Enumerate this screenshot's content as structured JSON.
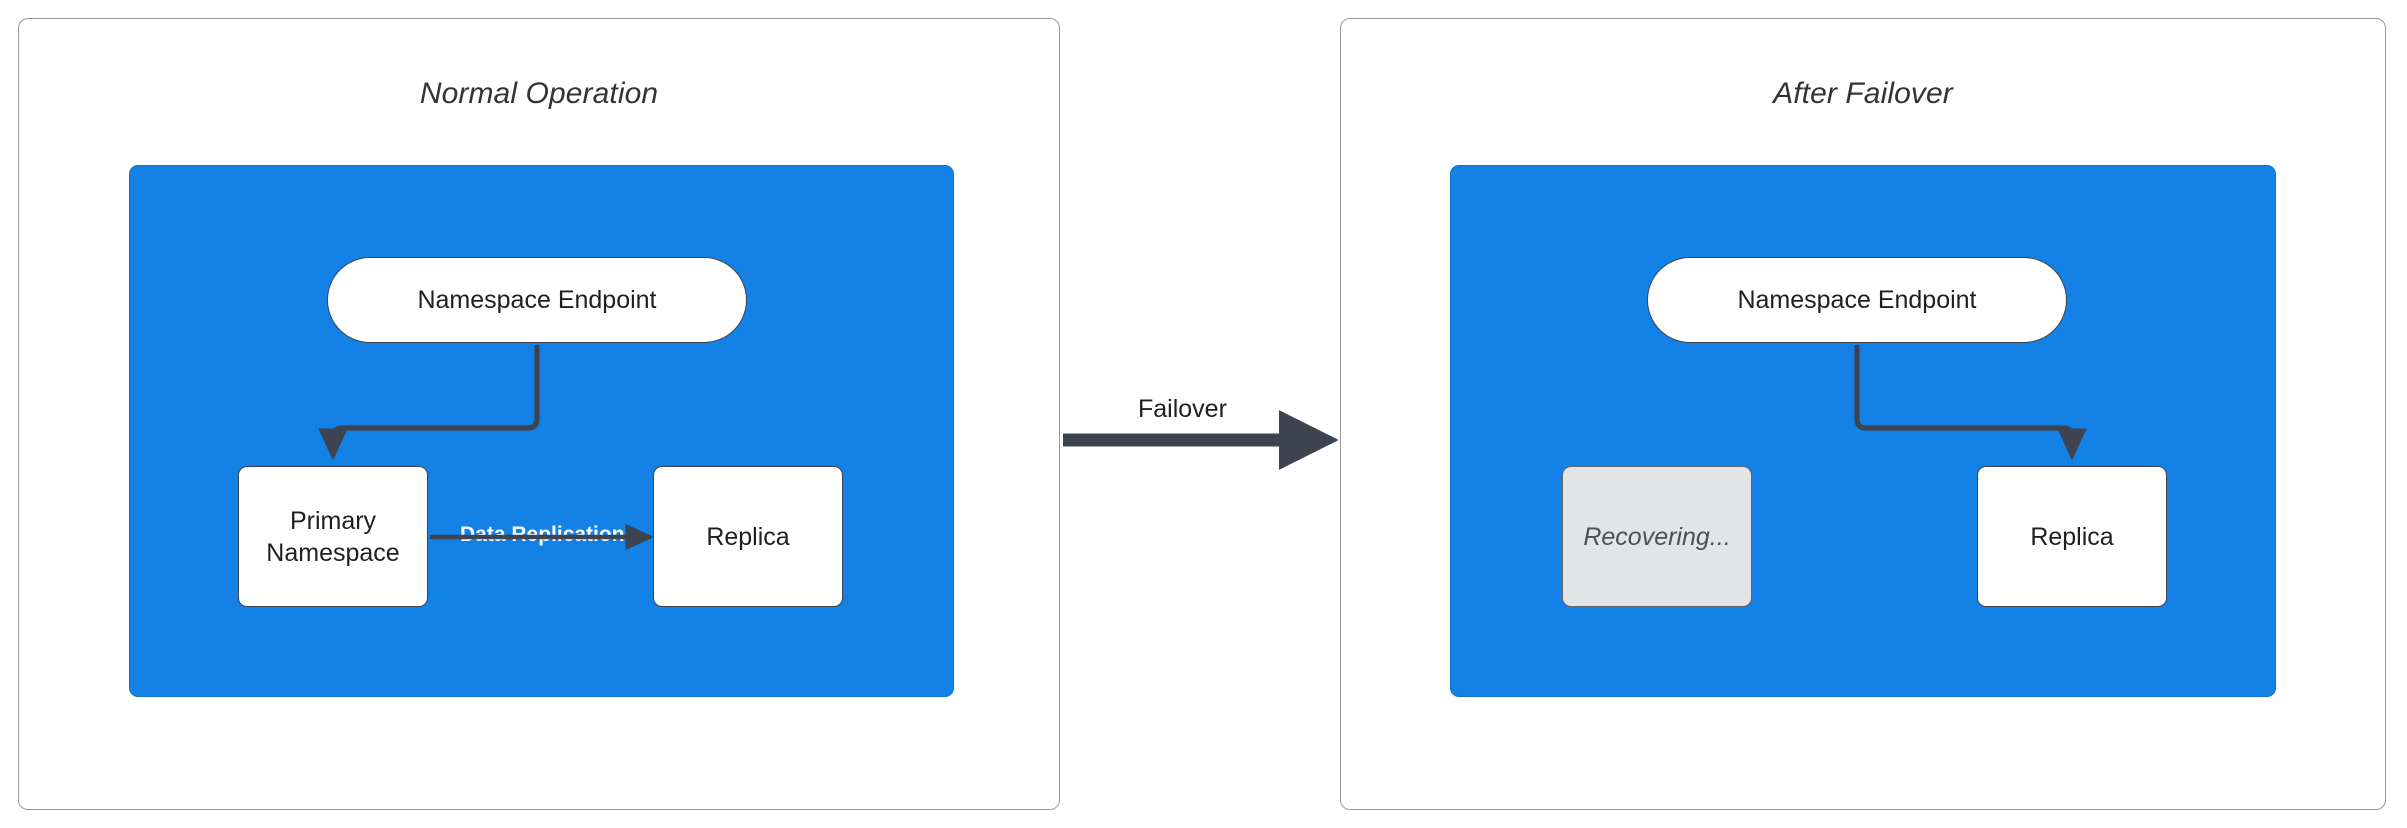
{
  "diagram": {
    "type": "failover-architecture-diagram",
    "background": "#ffffff",
    "accent_blue": "#1381e5",
    "stroke_dark": "#3d4450",
    "dimmed_fill": "#e2e4e6",
    "panel_border": "#999999"
  },
  "panels": [
    {
      "id": "normal",
      "title": "Normal Operation",
      "region_color": "#1381e5",
      "nodes": [
        {
          "id": "endpoint",
          "label": "Namespace Endpoint",
          "shape": "stadium",
          "state": "active"
        },
        {
          "id": "primary",
          "label": "Primary\nNamespace",
          "label_line1": "Primary",
          "label_line2": "Namespace",
          "shape": "rect",
          "state": "active"
        },
        {
          "id": "replica",
          "label": "Replica",
          "shape": "rect",
          "state": "active"
        }
      ],
      "edges": [
        {
          "from": "endpoint",
          "to": "primary",
          "label": "",
          "style": "elbow-arrow"
        },
        {
          "from": "primary",
          "to": "replica",
          "label": "Data Replication",
          "style": "straight-arrow"
        }
      ]
    },
    {
      "id": "failover",
      "title": "After Failover",
      "region_color": "#1381e5",
      "nodes": [
        {
          "id": "endpoint",
          "label": "Namespace Endpoint",
          "shape": "stadium",
          "state": "active"
        },
        {
          "id": "recovering",
          "label": "Recovering...",
          "shape": "rect",
          "state": "dimmed"
        },
        {
          "id": "replica",
          "label": "Replica",
          "shape": "rect",
          "state": "active"
        }
      ],
      "edges": [
        {
          "from": "endpoint",
          "to": "replica",
          "label": "",
          "style": "elbow-arrow"
        }
      ]
    }
  ],
  "transition": {
    "label": "Failover",
    "from_panel": "normal",
    "to_panel": "failover",
    "style": "thick-arrow",
    "color": "#3d4450"
  }
}
